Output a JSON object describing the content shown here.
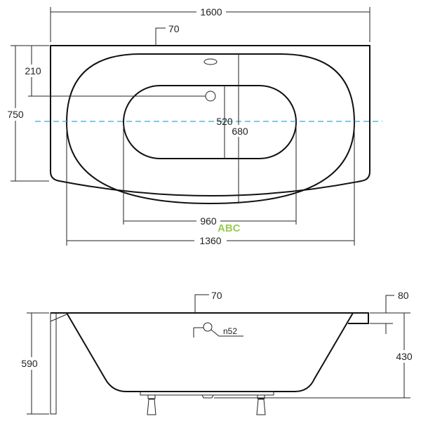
{
  "top_view": {
    "dims": {
      "overall_length": "1600",
      "overflow_offset": "70",
      "overall_width": "750",
      "drain_offset": "210",
      "inner_width": "520",
      "outer_basin_width": "680",
      "inner_length": "960",
      "outer_basin_length": "1360"
    },
    "centerline_color": "#3aa6d8"
  },
  "side_view": {
    "dims": {
      "overflow_offset": "70",
      "rim_thickness": "80",
      "overflow_diameter": "n52",
      "total_height": "590",
      "depth": "430"
    }
  },
  "watermark": {
    "logo_text": "ABC",
    "color": "#8cc63f"
  }
}
